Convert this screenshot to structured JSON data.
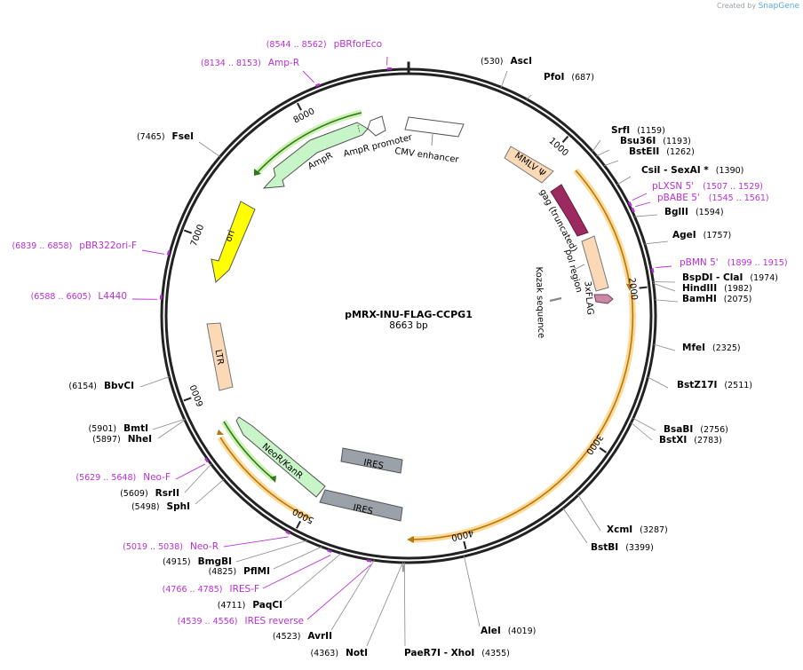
{
  "credit": {
    "prefix": "Created by",
    "brand": "SnapGene"
  },
  "plasmid": {
    "name": "pMRX-INU-FLAG-CCPG1",
    "length_label": "8663 bp",
    "length": 8663
  },
  "ticks": [
    1000,
    2000,
    3000,
    4000,
    5000,
    6000,
    7000,
    8000
  ],
  "enzymes": [
    {
      "name": "AscI",
      "pos": "(530)"
    },
    {
      "name": "PfoI",
      "pos": "(687)"
    },
    {
      "name": "SrfI",
      "pos": "(1159)"
    },
    {
      "name": "Bsu36I",
      "pos": "(1193)"
    },
    {
      "name": "BstEII",
      "pos": "(1262)"
    },
    {
      "name": "CsiI - SexAI *",
      "pos": "(1390)"
    },
    {
      "name": "BglII",
      "pos": "(1594)"
    },
    {
      "name": "AgeI",
      "pos": "(1757)"
    },
    {
      "name": "BspDI - ClaI",
      "pos": "(1974)"
    },
    {
      "name": "HindIII",
      "pos": "(1982)"
    },
    {
      "name": "BamHI",
      "pos": "(2075)"
    },
    {
      "name": "MfeI",
      "pos": "(2325)"
    },
    {
      "name": "BstZ17I",
      "pos": "(2511)"
    },
    {
      "name": "BsaBI",
      "pos": "(2756)"
    },
    {
      "name": "BstXI",
      "pos": "(2783)"
    },
    {
      "name": "XcmI",
      "pos": "(3287)"
    },
    {
      "name": "BstBI",
      "pos": "(3399)"
    },
    {
      "name": "AleI",
      "pos": "(4019)"
    },
    {
      "name": "PaeR7I - XhoI",
      "pos": "(4355)"
    },
    {
      "name": "NotI",
      "pos": "(4363)"
    },
    {
      "name": "AvrII",
      "pos": "(4523)"
    },
    {
      "name": "PaqCI",
      "pos": "(4711)"
    },
    {
      "name": "PflMI",
      "pos": "(4825)"
    },
    {
      "name": "BmgBI",
      "pos": "(4915)"
    },
    {
      "name": "SphI",
      "pos": "(5498)"
    },
    {
      "name": "RsrII",
      "pos": "(5609)"
    },
    {
      "name": "NheI",
      "pos": "(5897)"
    },
    {
      "name": "BmtI",
      "pos": "(5901)"
    },
    {
      "name": "BbvCI",
      "pos": "(6154)"
    },
    {
      "name": "FseI",
      "pos": "(7465)"
    }
  ],
  "primers": [
    {
      "name": "pBRforEco",
      "pos": "(8544 .. 8562)"
    },
    {
      "name": "Amp-R",
      "pos": "(8134 .. 8153)"
    },
    {
      "name": "pLXSN 5'",
      "pos": "(1507 .. 1529)"
    },
    {
      "name": "pBABE 5'",
      "pos": "(1545 .. 1561)"
    },
    {
      "name": "pBMN 5'",
      "pos": "(1899 .. 1915)"
    },
    {
      "name": "pBR322ori-F",
      "pos": "(6839 .. 6858)"
    },
    {
      "name": "L4440",
      "pos": "(6588 .. 6605)"
    },
    {
      "name": "Neo-F",
      "pos": "(5629 .. 5648)"
    },
    {
      "name": "Neo-R",
      "pos": "(5019 .. 5038)"
    },
    {
      "name": "IRES-F",
      "pos": "(4766 .. 4785)"
    },
    {
      "name": "IRES reverse",
      "pos": "(4539 .. 4556)"
    }
  ],
  "features": [
    {
      "name": "CMV enhancer",
      "color": "#ffffff"
    },
    {
      "name": "MMLV Ψ",
      "color": "#fcd9b6"
    },
    {
      "name": "gag (truncated)",
      "color": "#9b2a5f"
    },
    {
      "name": "pol region",
      "color": "#fcd9b6"
    },
    {
      "name": "3xFLAG",
      "color": "#c98aa6"
    },
    {
      "name": "Kozak sequence",
      "color": "#999999"
    },
    {
      "name": "IRES",
      "color": "#9aa1a8"
    },
    {
      "name": "IRES",
      "color": "#9aa1a8"
    },
    {
      "name": "NeoR/KanR",
      "color": "#c8f5c8"
    },
    {
      "name": "LTR",
      "color": "#fcd9b6"
    },
    {
      "name": "ori",
      "color": "#ffff00"
    },
    {
      "name": "AmpR",
      "color": "#c8f5c8"
    },
    {
      "name": "AmpR promoter",
      "color": "#ffffff"
    }
  ],
  "colors": {
    "enzyme_text": "#000000",
    "primer": "#b82fd6",
    "orf_orange": "#ffcf7a",
    "orf_green": "#c8f0a8",
    "backbone": "#222222"
  }
}
